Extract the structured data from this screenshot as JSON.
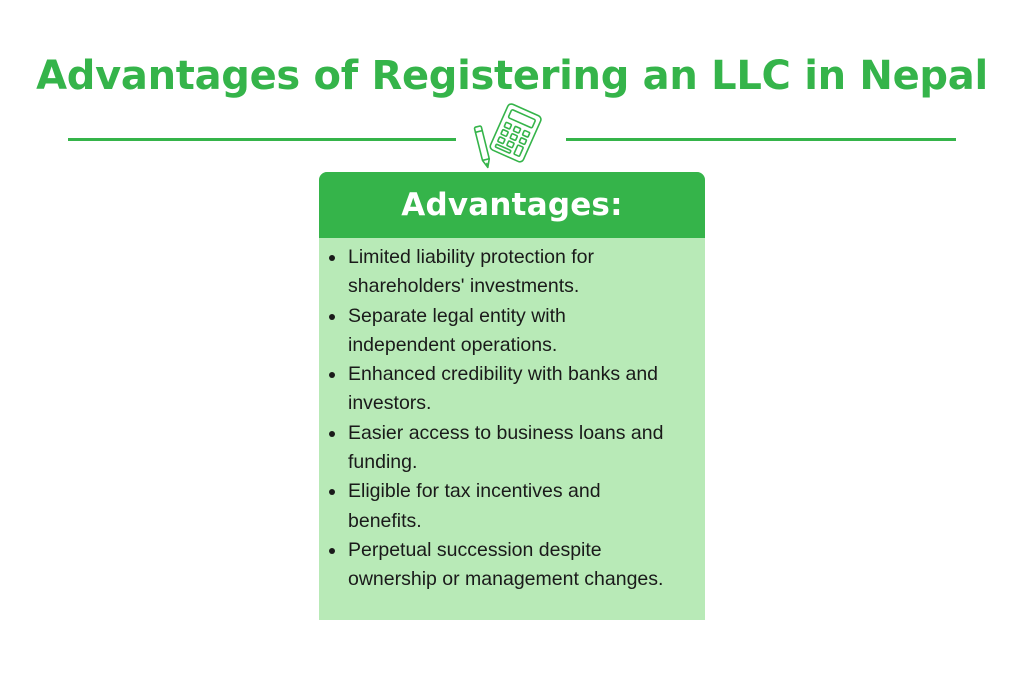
{
  "page": {
    "title": "Advantages of Registering an LLC in Nepal"
  },
  "decoration": {
    "icon": "calculator-and-pen-icon",
    "accent_color": "#35b44a"
  },
  "card": {
    "title": "Advantages:",
    "header_color": "#35b44a",
    "body_color": "#b8eab7",
    "items": [
      {
        "line1": "Limited liability protection for",
        "line2": "shareholders' investments."
      },
      {
        "line1": "Separate legal entity with",
        "line2": "independent operations."
      },
      {
        "line1": "Enhanced credibility with banks and",
        "line2": "investors."
      },
      {
        "line1": "Easier access to business loans and",
        "line2": "funding."
      },
      {
        "line1": "Eligible for tax incentives and",
        "line2": "benefits."
      },
      {
        "line1": "Perpetual succession despite",
        "line2": "ownership or management changes."
      }
    ]
  }
}
